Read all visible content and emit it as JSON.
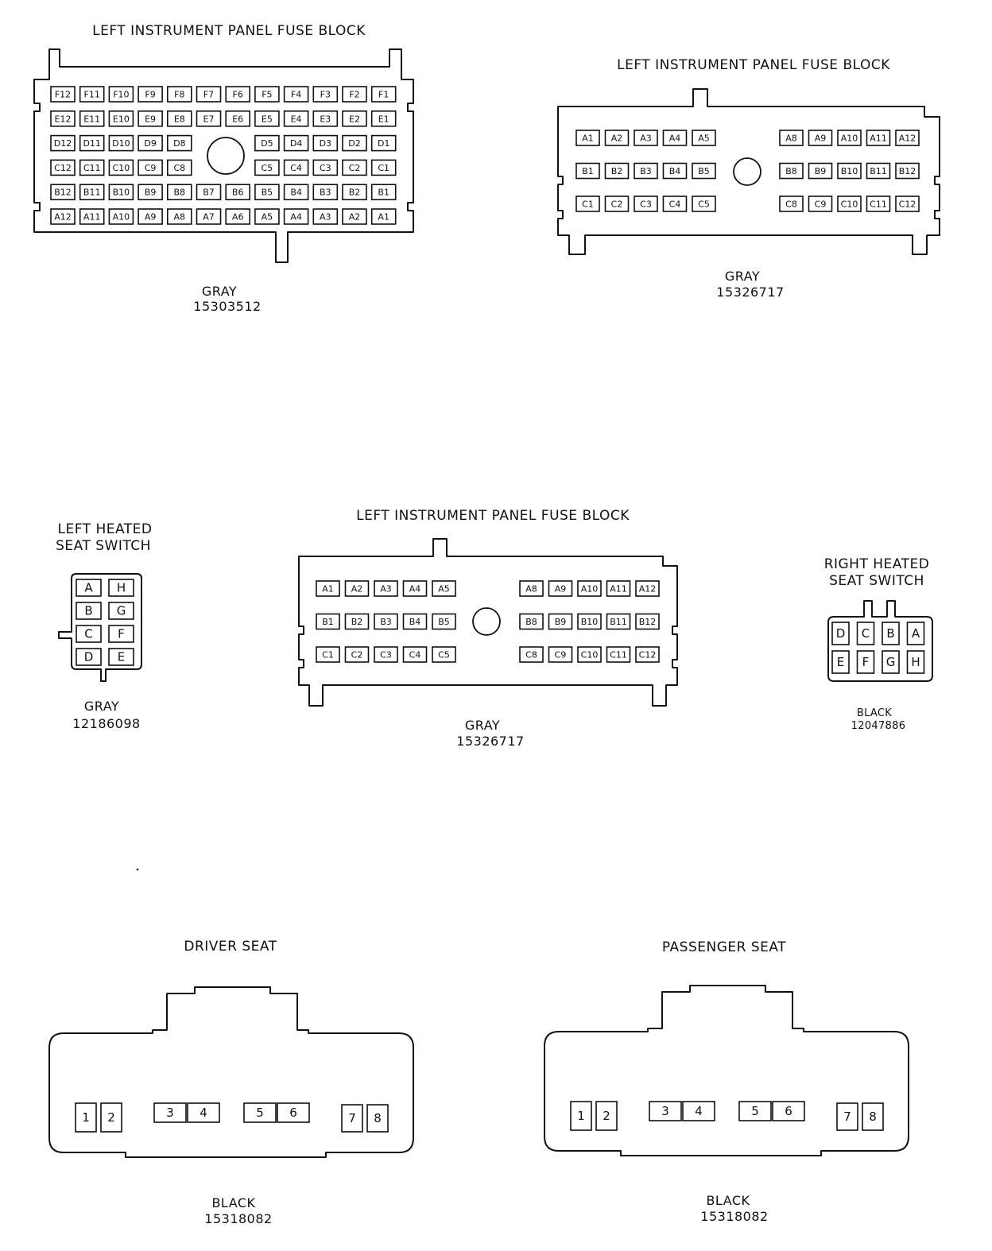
{
  "connectors": [
    {
      "id": "fuse_block_f",
      "title": "LEFT INSTRUMENT PANEL FUSE BLOCK",
      "color": "GRAY",
      "part_number": "15303512",
      "rows": [
        [
          "F12",
          "F11",
          "F10",
          "F9",
          "F8",
          "F7",
          "F6",
          "F5",
          "F4",
          "F3",
          "F2",
          "F1"
        ],
        [
          "E12",
          "E11",
          "E10",
          "E9",
          "E8",
          "E7",
          "E6",
          "E5",
          "E4",
          "E3",
          "E2",
          "E1"
        ],
        [
          "D12",
          "D11",
          "D10",
          "D9",
          "D8",
          "",
          "",
          "D5",
          "D4",
          "D3",
          "D2",
          "D1"
        ],
        [
          "C12",
          "C11",
          "C10",
          "C9",
          "C8",
          "",
          "",
          "C5",
          "C4",
          "C3",
          "C2",
          "C1"
        ],
        [
          "B12",
          "B11",
          "B10",
          "B9",
          "B8",
          "B7",
          "B6",
          "B5",
          "B4",
          "B3",
          "B2",
          "B1"
        ],
        [
          "A12",
          "A11",
          "A10",
          "A9",
          "A8",
          "A7",
          "A6",
          "A5",
          "A4",
          "A3",
          "A2",
          "A1"
        ]
      ]
    },
    {
      "id": "fuse_block_c1",
      "title": "LEFT INSTRUMENT PANEL FUSE BLOCK",
      "color": "GRAY",
      "part_number": "15326717",
      "rows_left": [
        [
          "A1",
          "A2",
          "A3",
          "A4",
          "A5"
        ],
        [
          "B1",
          "B2",
          "B3",
          "B4",
          "B5"
        ],
        [
          "C1",
          "C2",
          "C3",
          "C4",
          "C5"
        ]
      ],
      "rows_right": [
        [
          "A8",
          "A9",
          "A10",
          "A11",
          "A12"
        ],
        [
          "B8",
          "B9",
          "B10",
          "B11",
          "B12"
        ],
        [
          "C8",
          "C9",
          "C10",
          "C11",
          "C12"
        ]
      ]
    },
    {
      "id": "fuse_block_c2",
      "title": "LEFT INSTRUMENT PANEL FUSE BLOCK",
      "color": "GRAY",
      "part_number": "15326717",
      "rows_left": [
        [
          "A1",
          "A2",
          "A3",
          "A4",
          "A5"
        ],
        [
          "B1",
          "B2",
          "B3",
          "B4",
          "B5"
        ],
        [
          "C1",
          "C2",
          "C3",
          "C4",
          "C5"
        ]
      ],
      "rows_right": [
        [
          "A8",
          "A9",
          "A10",
          "A11",
          "A12"
        ],
        [
          "B8",
          "B9",
          "B10",
          "B11",
          "B12"
        ],
        [
          "C8",
          "C9",
          "C10",
          "C11",
          "C12"
        ]
      ]
    },
    {
      "id": "left_heated_seat_switch",
      "title_lines": [
        "LEFT HEATED",
        "SEAT SWITCH"
      ],
      "color": "GRAY",
      "part_number": "12186098",
      "rows": [
        [
          "A",
          "H"
        ],
        [
          "B",
          "G"
        ],
        [
          "C",
          "F"
        ],
        [
          "D",
          "E"
        ]
      ]
    },
    {
      "id": "right_heated_seat_switch",
      "title_lines": [
        "RIGHT HEATED",
        "SEAT SWITCH"
      ],
      "color": "BLACK",
      "part_number": "12047886",
      "rows": [
        [
          "D",
          "C",
          "B",
          "A"
        ],
        [
          "E",
          "F",
          "G",
          "H"
        ]
      ]
    },
    {
      "id": "driver_seat",
      "title": "DRIVER SEAT",
      "color": "BLACK",
      "part_number": "15318082",
      "pins": [
        "1",
        "2",
        "3",
        "4",
        "5",
        "6",
        "7",
        "8"
      ]
    },
    {
      "id": "passenger_seat",
      "title": "PASSENGER SEAT",
      "color": "BLACK",
      "part_number": "15318082",
      "pins": [
        "1",
        "2",
        "3",
        "4",
        "5",
        "6",
        "7",
        "8"
      ]
    }
  ]
}
